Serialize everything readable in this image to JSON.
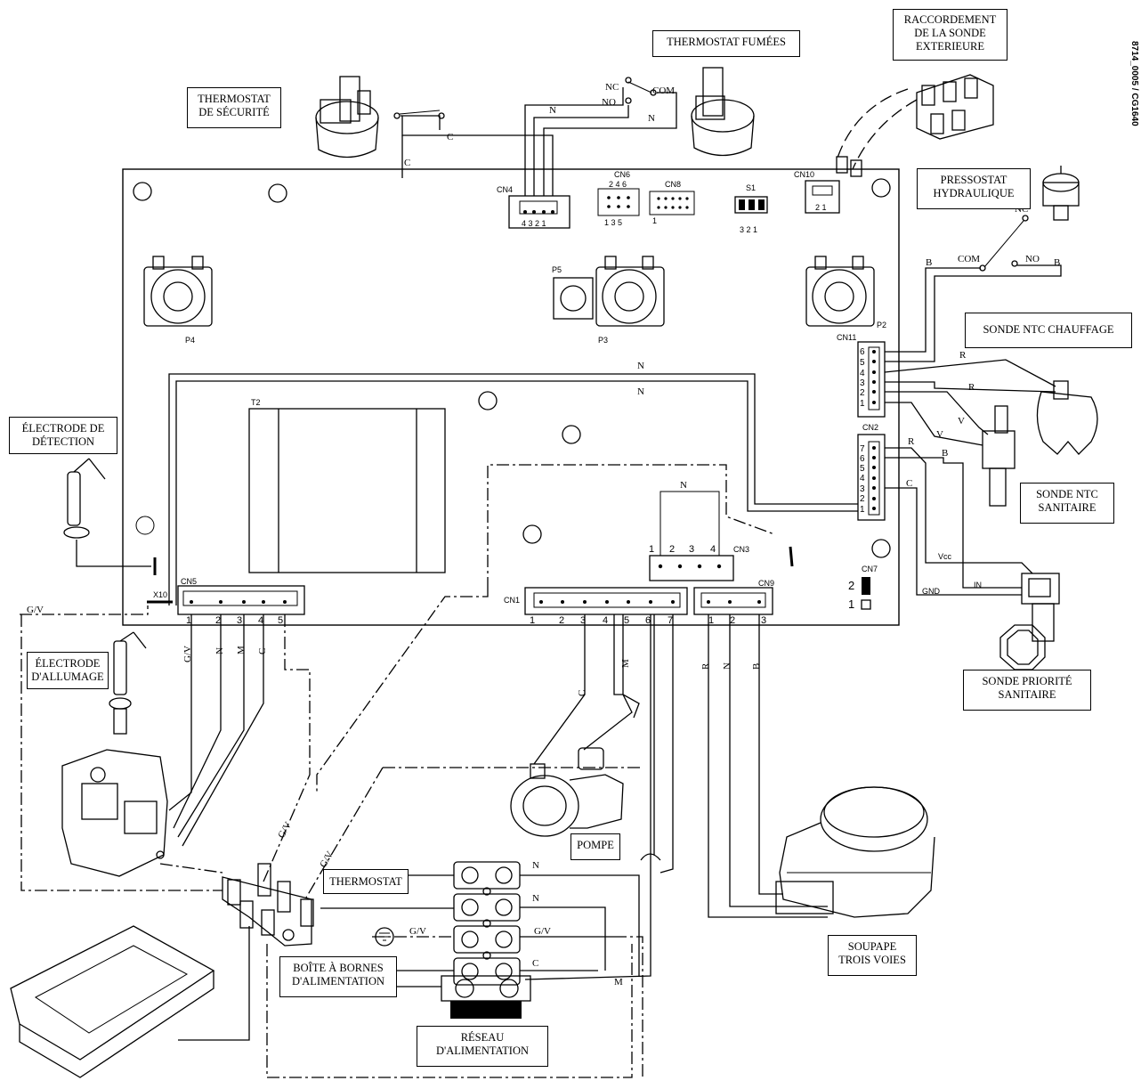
{
  "code": "8714_0005 / CG1640",
  "labels": {
    "thermostat_fumees": "THERMOSTAT FUMÉES",
    "raccordement": [
      "RACCORDEMENT",
      "DE LA SONDE",
      "EXTERIEURE"
    ],
    "thermostat_securite": [
      "THERMOSTAT",
      "DE SÉCURITÉ"
    ],
    "pressostat": [
      "PRESSOSTAT",
      "HYDRAULIQUE"
    ],
    "sonde_ntc_chauffage": "SONDE NTC CHAUFFAGE",
    "sonde_ntc_sanitaire": [
      "SONDE NTC",
      "SANITAIRE"
    ],
    "electrode_detection": [
      "ÉLECTRODE DE",
      "DÉTECTION"
    ],
    "electrode_allumage": [
      "ÉLECTRODE",
      "D'ALLUMAGE"
    ],
    "sonde_priorite": [
      "SONDE PRIORITÉ",
      "SANITAIRE"
    ],
    "pompe": "POMPE",
    "thermostat": "THERMOSTAT",
    "boite_bornes": [
      "BOÎTE À BORNES",
      "D'ALIMENTATION"
    ],
    "soupape": [
      "SOUPAPE",
      "TROIS VOIES"
    ],
    "reseau": [
      "RÉSEAU",
      "D'ALIMENTATION"
    ]
  },
  "connectors": {
    "cn4": "CN4",
    "cn4_pins": "4 3 2 1",
    "cn6": "CN6",
    "cn6_top": "2 4 6",
    "cn6_bottom": "1 3 5",
    "cn8": "CN8",
    "cn8_pin": "1",
    "s1": "S1",
    "s1_pins": "3 2 1",
    "cn10": "CN10",
    "cn10_pins": "2 1",
    "cn11": "CN11",
    "cn2": "CN2",
    "cn3": "CN3",
    "cn7": "CN7",
    "cn1": "CN1",
    "cn9": "CN9",
    "cn5": "CN5",
    "x10": "X10",
    "p2": "P2",
    "p3": "P3",
    "p4": "P4",
    "p5": "P5",
    "t2": "T2",
    "vcc": "Vcc",
    "in": "IN",
    "gnd": "GND"
  },
  "wires": {
    "n": "N",
    "c": "C",
    "nc": "NC",
    "no": "NO",
    "com": "COM",
    "b": "B",
    "r": "R",
    "v": "V",
    "m": "M",
    "gv": "G/V"
  }
}
